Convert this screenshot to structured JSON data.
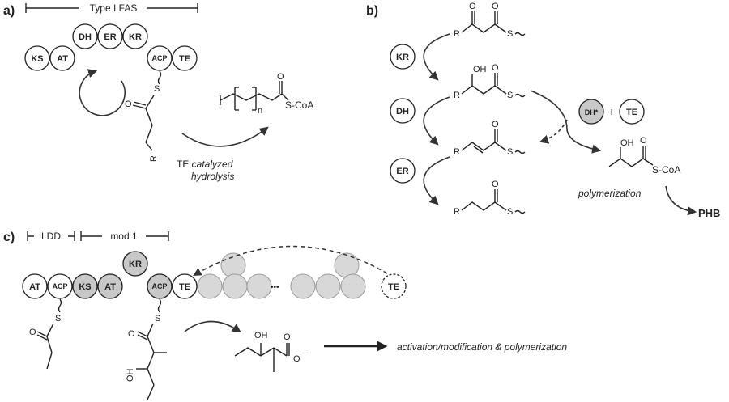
{
  "panel_labels": {
    "a": "a)",
    "b": "b)",
    "c": "c)"
  },
  "panel_a": {
    "bracket_label": "Type I FAS",
    "domains": [
      "KS",
      "AT",
      "DH",
      "ER",
      "KR",
      "ACP",
      "TE"
    ],
    "thioester_S": "S",
    "thioester_O": "O",
    "chain_R": "R",
    "product_subscript": "n",
    "product_label": "S-CoA",
    "arrow_note_prefix": "TE ",
    "arrow_note_italic": "catalyzed",
    "arrow_note_line2": "hydrolysis"
  },
  "panel_b": {
    "domains": {
      "kr": "KR",
      "dh": "DH",
      "er": "ER",
      "dh_star": "DH*",
      "te": "TE"
    },
    "plus": "+",
    "atoms": {
      "O": "O",
      "OH": "OH",
      "R": "R",
      "S": "S"
    },
    "product_label": "S-CoA",
    "polymerization": "polymerization",
    "polymer": "PHB"
  },
  "panel_c": {
    "bracket_ldd": "LDD",
    "bracket_mod1": "mod 1",
    "domains": [
      "AT",
      "ACP",
      "KS",
      "AT",
      "KR",
      "ACP",
      "TE"
    ],
    "end_te": "TE",
    "ellipsis": "•••",
    "atoms": {
      "O": "O",
      "S": "S",
      "OH": "OH",
      "charge": "−"
    },
    "final_note": "activation/modification & polymerization"
  },
  "colors": {
    "ink": "#222222",
    "gray_domain": "#c8c8c8",
    "ghost_domain": "#d8d8d8"
  }
}
